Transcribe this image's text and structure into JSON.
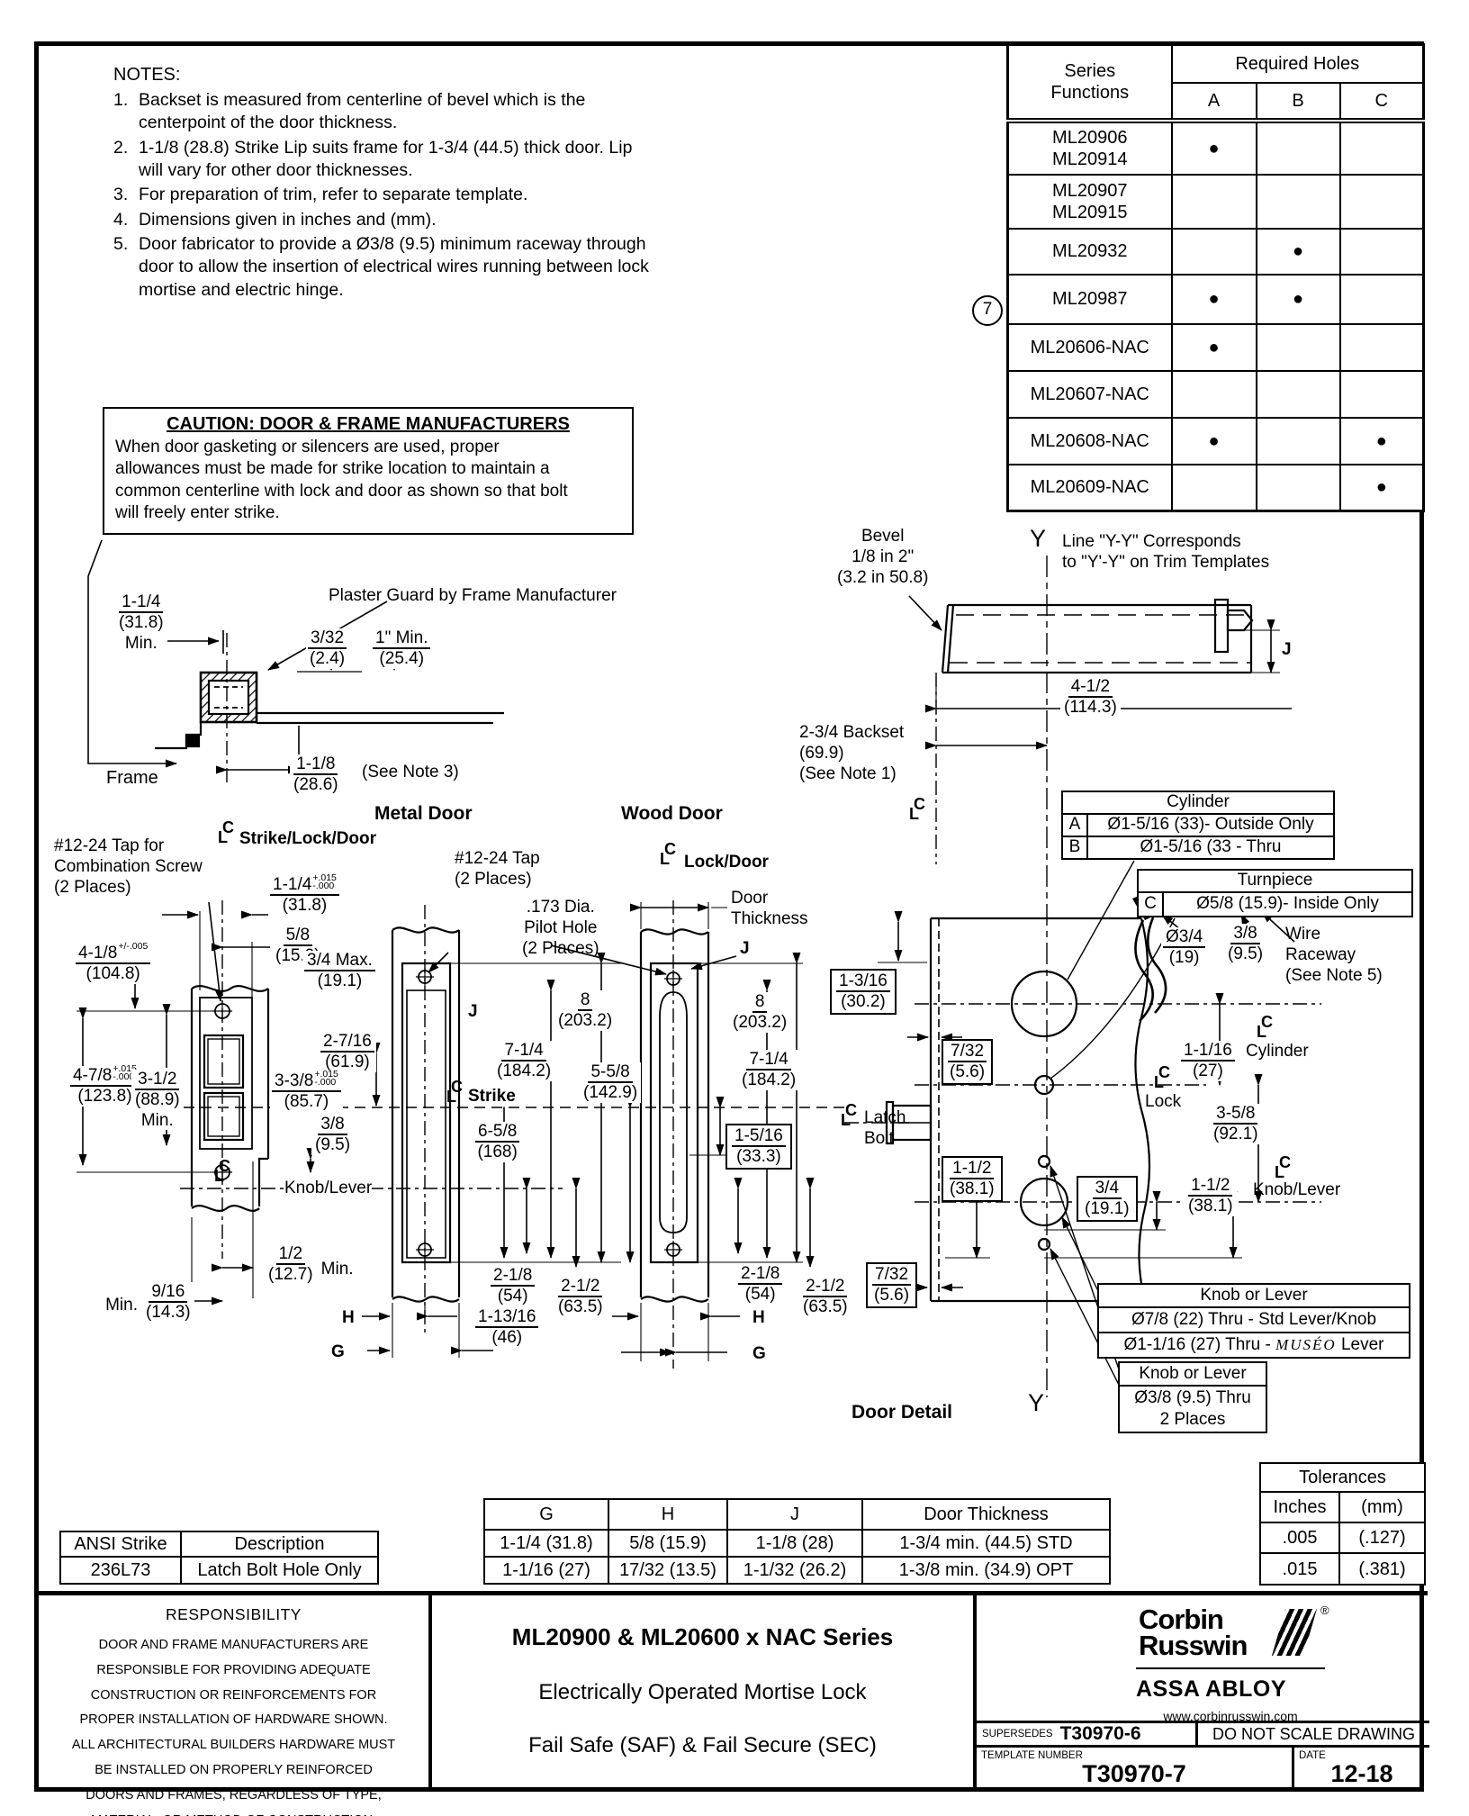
{
  "notes": {
    "title": "NOTES:",
    "items": [
      {
        "n": "1.",
        "text": "Backset is measured from centerline of bevel which is the\ncenterpoint of the door thickness."
      },
      {
        "n": "2.",
        "text": "1-1/8 (28.8) Strike Lip suits frame for 1-3/4 (44.5) thick door. Lip\nwill vary for other door thicknesses."
      },
      {
        "n": "3.",
        "text": "For preparation of trim, refer to separate template."
      },
      {
        "n": "4.",
        "text": "Dimensions given in inches and (mm)."
      },
      {
        "n": "5.",
        "text": "Door fabricator to provide a Ø3/8 (9.5) minimum raceway through\ndoor to allow the insertion of electrical wires running between lock\nmortise and electric hinge."
      }
    ]
  },
  "series": {
    "functions_header": "Series\nFunctions",
    "required_header": "Required Holes",
    "cols": [
      "A",
      "B",
      "C"
    ],
    "rows": [
      {
        "name": "ML20906\nML20914",
        "a": "●",
        "b": "",
        "c": ""
      },
      {
        "name": "ML20907\nML20915",
        "a": "",
        "b": "",
        "c": ""
      },
      {
        "name": "ML20932",
        "a": "",
        "b": "●",
        "c": ""
      },
      {
        "name": "ML20987",
        "a": "●",
        "b": "●",
        "c": "",
        "note": "7"
      },
      {
        "name": "ML20606-NAC",
        "a": "●",
        "b": "",
        "c": ""
      },
      {
        "name": "ML20607-NAC",
        "a": "",
        "b": "",
        "c": ""
      },
      {
        "name": "ML20608-NAC",
        "a": "●",
        "b": "",
        "c": "●"
      },
      {
        "name": "ML20609-NAC",
        "a": "",
        "b": "",
        "c": "●"
      }
    ]
  },
  "caution": {
    "title": "CAUTION: DOOR & FRAME MANUFACTURERS",
    "body": "When door gasketing or silencers are used, proper\nallowances must be made for strike location to maintain a\ncommon centerline with lock and door as shown so that bolt\nwill freely enter strike."
  },
  "labels": {
    "plaster": "Plaster Guard by Frame Manufacturer",
    "frame": "Frame",
    "see_note3": "(See Note 3)",
    "metal_door": "Metal Door",
    "wood_door": "Wood Door",
    "tap_combo": "#12-24 Tap for\nCombination Screw\n(2 Places)",
    "strike_lock_door": "Strike/Lock/Door",
    "tap2": "#12-24 Tap\n(2 Places)",
    "pilot": ".173 Dia.\nPilot Hole\n(2 Places)",
    "lock_door": "Lock/Door",
    "door_thickness": "Door\nThickness",
    "knob_lever": "Knob/Lever",
    "strike": "Strike",
    "bevel": "Bevel\n1/8 in 2\"\n(3.2 in 50.8)",
    "y": "Y",
    "yy_note": "Line \"Y-Y\" Corresponds\nto \"Y'-Y\" on Trim Templates",
    "backset": "2-3/4 Backset\n(69.9)\n(See Note 1)",
    "j": "J",
    "h": "H",
    "g": "G",
    "latch_bolt": "Latch\nBolt",
    "cylinder": "Cylinder",
    "lock": "Lock",
    "wire": "Wire\nRaceway\n(See Note 5)",
    "door_detail": "Door Detail"
  },
  "dims": {
    "frame_min": {
      "t": "1-1/4",
      "b": "(31.8)",
      "s": "Min."
    },
    "frame_gap": {
      "t": "3/32",
      "b": "(2.4)"
    },
    "frame_1min": {
      "t": "1\" Min.",
      "b": "(25.4)"
    },
    "frame_lip": {
      "t": "1-1/8",
      "b": "(28.6)"
    },
    "strike_114": {
      "t": "1-1/4",
      "tol": "+.015\n-.000",
      "b": "(31.8)"
    },
    "strike_58": {
      "t": "5/8",
      "b": "(15.9)"
    },
    "strike_418": {
      "t": "4-1/8",
      "tol": "+/-.005",
      "b": "(104.8)"
    },
    "strike_34": {
      "t": "3/4 Max.",
      "b": "(19.1)"
    },
    "strike_2716": {
      "t": "2-7/16",
      "b": "(61.9)"
    },
    "strike_478": {
      "t": "4-7/8",
      "tol": "+.015\n-.000",
      "b": "(123.8)"
    },
    "strike_312": {
      "t": "3-1/2",
      "b": "(88.9)",
      "s": "Min."
    },
    "strike_338": {
      "t": "3-3/8",
      "tol": "+.015\n-.000",
      "b": "(85.7)"
    },
    "strike_38": {
      "t": "3/8",
      "b": "(9.5)"
    },
    "strike_12": {
      "t": "1/2",
      "b": "(12.7)",
      "side": "Min."
    },
    "strike_916": {
      "t": "9/16",
      "b": "(14.3)",
      "side": "Min."
    },
    "metal_8": {
      "t": "8",
      "b": "(203.2)"
    },
    "metal_714": {
      "t": "7-1/4",
      "b": "(184.2)"
    },
    "metal_658": {
      "t": "6-5/8",
      "b": "(168)"
    },
    "metal_558": {
      "t": "5-5/8",
      "b": "(142.9)"
    },
    "metal_218": {
      "t": "2-1/8",
      "b": "(54)"
    },
    "metal_212": {
      "t": "2-1/2",
      "b": "(63.5)"
    },
    "metal_11316": {
      "t": "1-13/16",
      "b": "(46)"
    },
    "wood_8": {
      "t": "8",
      "b": "(203.2)"
    },
    "wood_714": {
      "t": "7-1/4",
      "b": "(184.2)"
    },
    "wood_1516": {
      "t": "1-5/16",
      "b": "(33.3)"
    },
    "wood_218": {
      "t": "2-1/8",
      "b": "(54)"
    },
    "wood_212": {
      "t": "2-1/2",
      "b": "(63.5)"
    },
    "plan_412": {
      "t": "4-1/2",
      "b": "(114.3)"
    },
    "elev_1316": {
      "t": "1-3/16",
      "b": "(30.2)"
    },
    "elev_732a": {
      "t": "7/32",
      "b": "(5.6)"
    },
    "elev_732b": {
      "t": "7/32",
      "b": "(5.6)"
    },
    "elev_1116": {
      "t": "1-1/16",
      "b": "(27)"
    },
    "elev_358": {
      "t": "3-5/8",
      "b": "(92.1)"
    },
    "elev_112a": {
      "t": "1-1/2",
      "b": "(38.1)"
    },
    "elev_34": {
      "t": "3/4",
      "b": "(19.1)"
    },
    "elev_112b": {
      "t": "1-1/2",
      "b": "(38.1)"
    },
    "race_34": {
      "t": "Ø3/4",
      "b": "(19)"
    },
    "race_38": {
      "t": "3/8",
      "b": "(9.5)"
    }
  },
  "cylinder_table": {
    "title": "Cylinder",
    "rows": [
      {
        "k": "A",
        "v": "Ø1-5/16 (33)- Outside Only"
      },
      {
        "k": "B",
        "v": "Ø1-5/16 (33 - Thru"
      }
    ]
  },
  "turnpiece_table": {
    "title": "Turnpiece",
    "rows": [
      {
        "k": "C",
        "v": "Ø5/8 (15.9)- Inside Only"
      }
    ]
  },
  "knob_box1": {
    "title": "Knob or Lever",
    "row1": "Ø7/8 (22) Thru - Std Lever/Knob",
    "row2_pre": "Ø1-1/16 (27) Thru - ",
    "row2_brand": "MUSÉO",
    "row2_post": " Lever"
  },
  "knob_box2": {
    "title": "Knob or Lever",
    "row1": "Ø3/8 (9.5) Thru",
    "row2": "2 Places"
  },
  "ansi_table": {
    "headers": [
      "ANSI Strike",
      "Description"
    ],
    "rows": [
      [
        "236L73",
        "Latch Bolt Hole Only"
      ]
    ]
  },
  "ghj_table": {
    "headers": [
      "G",
      "H",
      "J",
      "Door Thickness"
    ],
    "rows": [
      [
        "1-1/4 (31.8)",
        "5/8 (15.9)",
        "1-1/8 (28)",
        "1-3/4 min. (44.5) STD"
      ],
      [
        "1-1/16 (27)",
        "17/32 (13.5)",
        "1-1/32 (26.2)",
        "1-3/8 min. (34.9) OPT"
      ]
    ]
  },
  "tolerances": {
    "title": "Tolerances",
    "headers": [
      "Inches",
      "(mm)"
    ],
    "rows": [
      [
        ".005",
        "(.127)"
      ],
      [
        ".015",
        "(.381)"
      ]
    ]
  },
  "responsibility": {
    "title": "RESPONSIBILITY",
    "body": "DOOR AND FRAME MANUFACTURERS ARE\nRESPONSIBLE FOR PROVIDING ADEQUATE\nCONSTRUCTION OR REINFORCEMENTS FOR\nPROPER INSTALLATION OF HARDWARE SHOWN.\nALL ARCHITECTURAL BUILDERS HARDWARE MUST\nBE INSTALLED ON PROPERLY REINFORCED\nDOORS AND FRAMES, REGARDLESS OF TYPE,\nMATERIAL, OR METHOD OF CONSTRUCTION."
  },
  "titleblock": {
    "line1": "ML20900 & ML20600 x NAC Series",
    "line2": "Electrically Operated Mortise Lock",
    "line3": "Fail Safe (SAF) & Fail Secure (SEC)"
  },
  "brand": {
    "line1": "Corbin",
    "line2": "Russwin",
    "reg": "®",
    "assa": "ASSA ABLOY",
    "url": "www.corbinrusswin.com"
  },
  "footer": {
    "supersedes_label": "SUPERSEDES",
    "supersedes_value": "T30970-6",
    "no_scale": "DO NOT SCALE DRAWING",
    "template_label": "TEMPLATE NUMBER",
    "template_value": "T30970-7",
    "date_label": "DATE",
    "date_value": "12-18"
  }
}
